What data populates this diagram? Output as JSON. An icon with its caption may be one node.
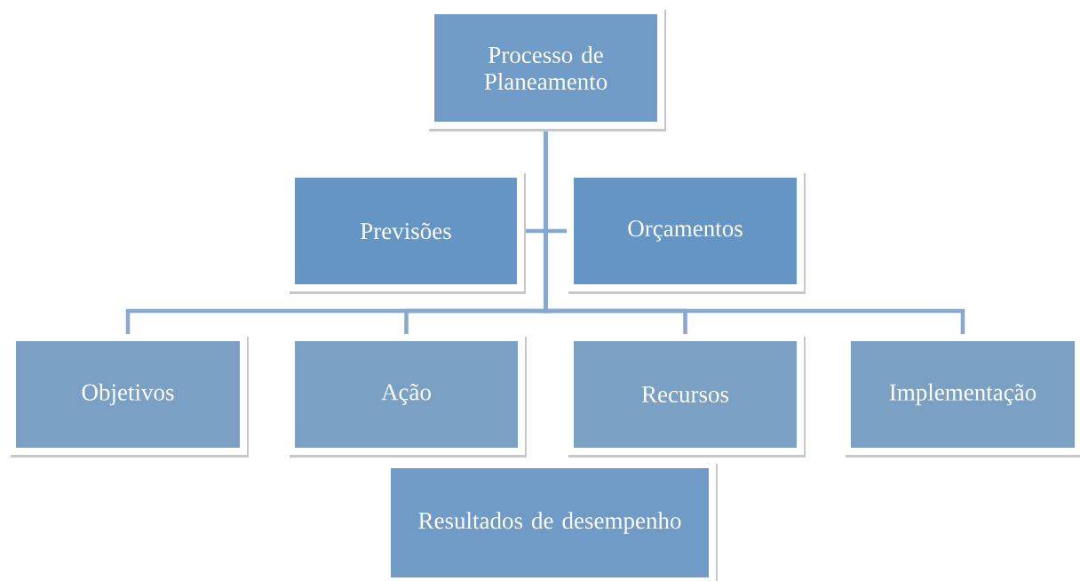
{
  "diagram": {
    "nodes": [
      {
        "text": [
          "Processo de Planeamento"
        ]
      },
      {
        "text": [
          "Previsões"
        ]
      },
      {
        "text": [
          "Orçamentos"
        ]
      },
      {
        "text": [
          "Objetivos"
        ]
      },
      {
        "text": [
          "Ação"
        ]
      },
      {
        "text": [
          "Recursos"
        ]
      },
      {
        "text": [
          "Implementação"
        ]
      },
      {
        "text": [
          "Resultados de desempenho"
        ]
      }
    ],
    "edges": [
      {
        "from": 0,
        "to": 1,
        "arrow": "none"
      },
      {
        "from": 0,
        "to": 2,
        "arrow": "none"
      },
      {
        "from": 0,
        "to": 3,
        "arrow": "none"
      },
      {
        "from": 0,
        "to": 4,
        "arrow": "none"
      },
      {
        "from": 0,
        "to": 5,
        "arrow": "none"
      },
      {
        "from": 0,
        "to": 6,
        "arrow": "none"
      }
    ]
  }
}
